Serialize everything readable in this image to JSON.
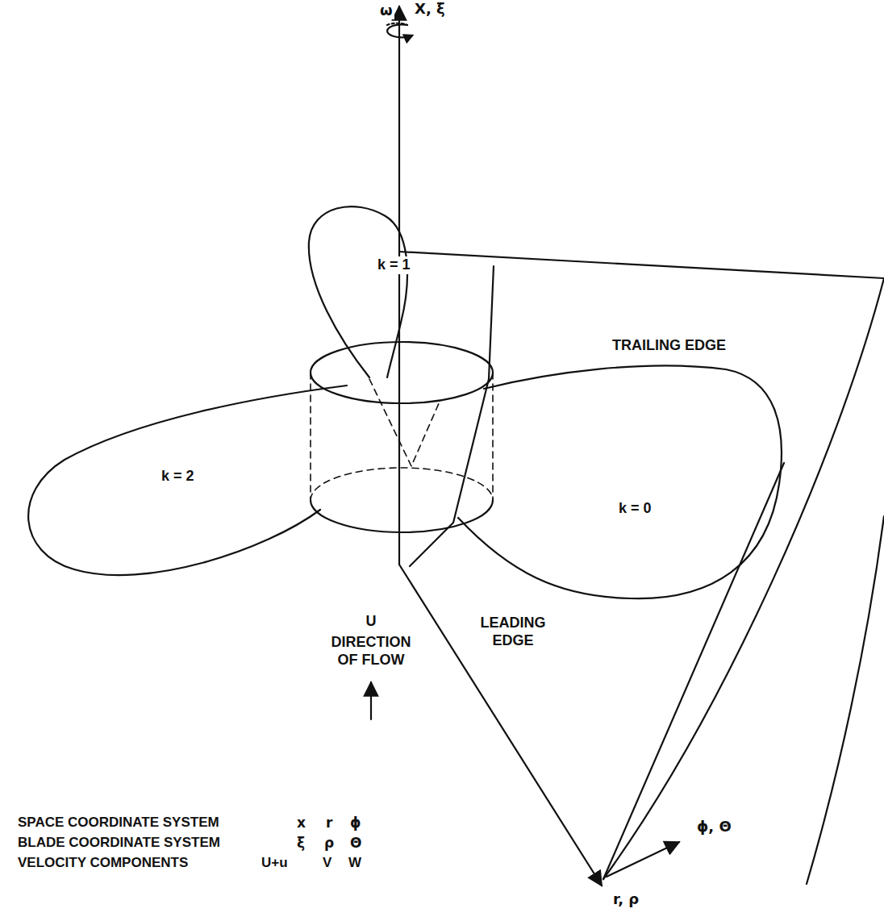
{
  "diagram": {
    "labels": [
      "X, ξ",
      "ω",
      "k = 1",
      "TRAILING EDGE",
      "k = 2",
      "k = 0",
      "U",
      "DIRECTION OF FLOW",
      "LEADING EDGE",
      "SPACE COORDINATE SYSTEM",
      "x",
      "r",
      "ϕ",
      "BLADE COORDINATE SYSTEM",
      "ξ",
      "ρ",
      "Θ",
      "VELOCITY COMPONENTS",
      "U+u",
      "V",
      "W",
      "ϕ, Θ",
      "r, ρ"
    ]
  }
}
